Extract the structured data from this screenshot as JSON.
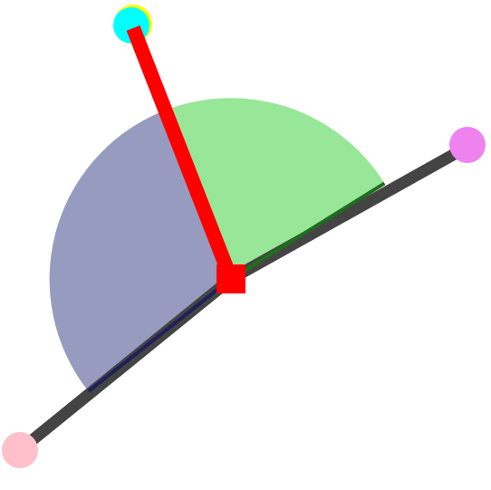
{
  "scene": {
    "background_color": "#ffffff",
    "colors": {
      "left_sector": "#979bc0",
      "left_sector_edge": "#1f1f5a",
      "right_sector": "#98e698",
      "right_sector_edge": "#1e6e1e",
      "base_line": "#444444",
      "pointer_line": "#ff0000",
      "pivot": "#ff0000",
      "endpoint_pink": "#ffc0cb",
      "endpoint_violet": "#ee82ee",
      "endpoint_cyan": "#00ffff",
      "endpoint_cyan_ring": "#ffff00"
    },
    "icons": {
      "pivot": "square-pivot",
      "left_endpoint": "pink-circle",
      "right_endpoint": "violet-circle",
      "top_endpoint": "cyan-circle"
    }
  }
}
